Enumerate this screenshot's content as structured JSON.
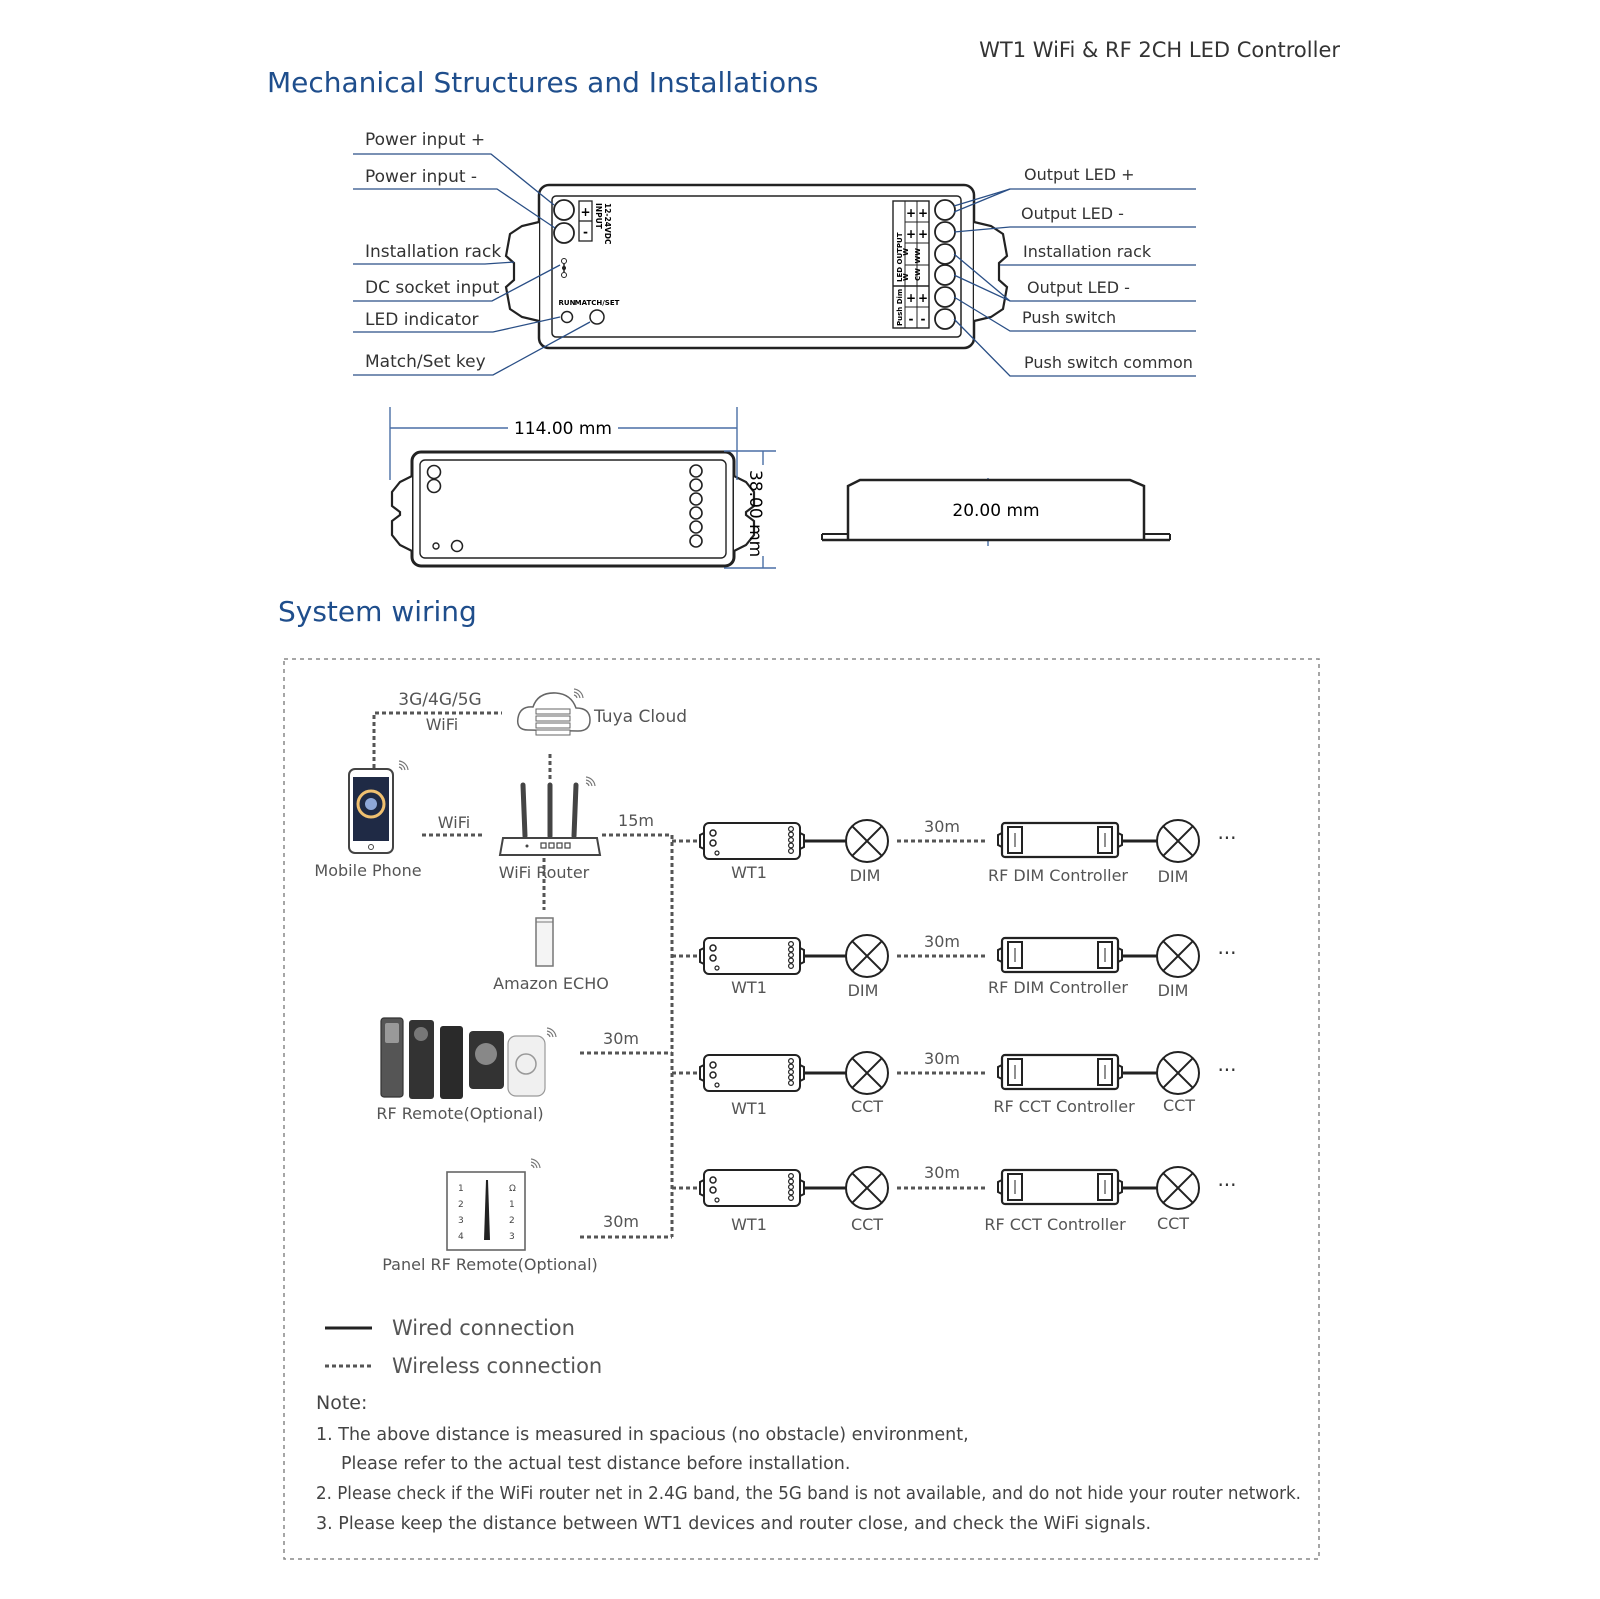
{
  "header": {
    "product_title": "WT1  WiFi & RF 2CH LED Controller",
    "section_mech": "Mechanical Structures and Installations",
    "section_wiring": "System wiring"
  },
  "mech_labels_left": [
    "Power input +",
    "Power input -",
    "Installation rack",
    "DC socket input",
    "LED indicator",
    "Match/Set key"
  ],
  "mech_labels_right": [
    "Output LED +",
    "Output LED -",
    "Installation rack",
    "Output LED -",
    "Push switch",
    "Push switch common"
  ],
  "device_top": {
    "input_label": "INPUT",
    "input_voltage": "12-24VDC",
    "plus": "+",
    "minus": "-",
    "run": "RUN",
    "match_set": "MATCH/SET",
    "led_output": "LED OUTPUT",
    "push_dim": "Push Dim",
    "col_w1": "W",
    "col_ww": "WW",
    "col_w2": "W",
    "col_cw": "CW"
  },
  "dimensions": {
    "length": "114.00 mm",
    "width": "38.00 mm",
    "height": "20.00 mm"
  },
  "wiring": {
    "cloud_link": "3G/4G/5G",
    "cloud_link_wifi": "WiFi",
    "cloud": "Tuya Cloud",
    "phone": "Mobile Phone",
    "phone_link": "WiFi",
    "router": "WiFi Router",
    "router_link": "15m",
    "echo": "Amazon ECHO",
    "rf_remote": "RF Remote(Optional)",
    "rf_remote_dist": "30m",
    "panel": "Panel RF Remote(Optional)",
    "panel_dist": "30m",
    "panel_keys_left": [
      "1",
      "2",
      "3",
      "4"
    ],
    "panel_keys_right": [
      "Ω",
      "1",
      "2",
      "3"
    ],
    "ellipsis": "···",
    "rows": [
      {
        "controller": "WT1",
        "load1": "DIM",
        "dist": "30m",
        "rf": "RF DIM Controller",
        "load2": "DIM"
      },
      {
        "controller": "WT1",
        "load1": "DIM",
        "dist": "30m",
        "rf": "RF DIM Controller",
        "load2": "DIM"
      },
      {
        "controller": "WT1",
        "load1": "CCT",
        "dist": "30m",
        "rf": "RF CCT Controller",
        "load2": "CCT"
      },
      {
        "controller": "WT1",
        "load1": "CCT",
        "dist": "30m",
        "rf": "RF CCT Controller",
        "load2": "CCT"
      }
    ]
  },
  "legend": {
    "wired": "Wired connection",
    "wireless": "Wireless connection"
  },
  "notes": {
    "title": "Note:",
    "lines": [
      "1. The above distance is measured in spacious (no obstacle) environment,",
      "Please refer to the actual test distance before installation.",
      "2. Please check if the WiFi router net in 2.4G band, the 5G band is not available, and do not hide your router network.",
      "3. Please keep the distance between WT1 devices and router close, and check the WiFi signals."
    ]
  },
  "colors": {
    "title_blue": "#1f4e8c",
    "leader_blue": "#2a4f86",
    "dim_blue": "#4a6fa5",
    "line": "#222222",
    "dash": "#555555"
  }
}
